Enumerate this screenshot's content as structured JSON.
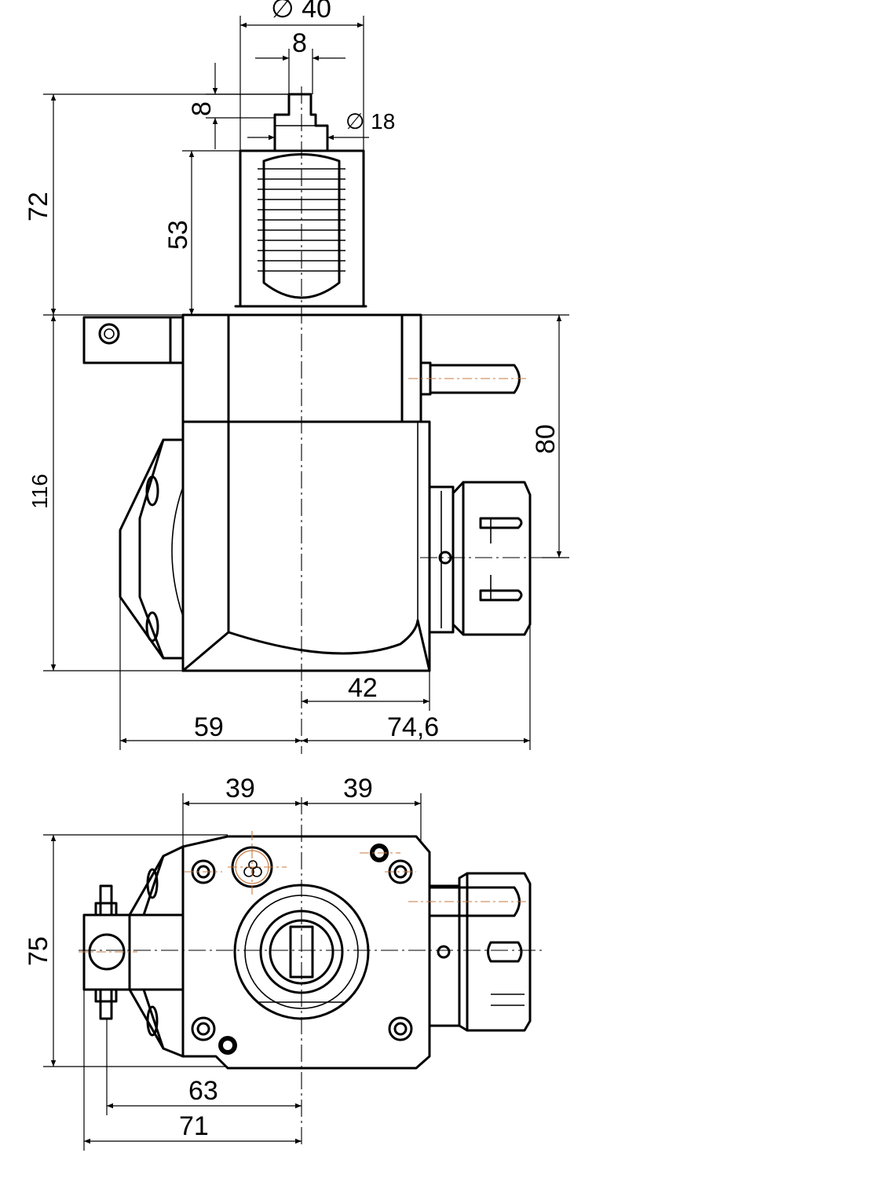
{
  "drawing": {
    "side_view": {
      "dimensions": {
        "diameter_40": "∅ 40",
        "width_8": "8",
        "height_8": "8",
        "diameter_18": "∅ 18",
        "height_72": "72",
        "height_53": "53",
        "height_116": "116",
        "height_80": "80",
        "offset_42": "42",
        "length_59": "59",
        "length_74_6": "74,6"
      }
    },
    "top_view": {
      "dimensions": {
        "width_39_left": "39",
        "width_39_right": "39",
        "height_75": "75",
        "length_63": "63",
        "length_71": "71"
      }
    }
  }
}
